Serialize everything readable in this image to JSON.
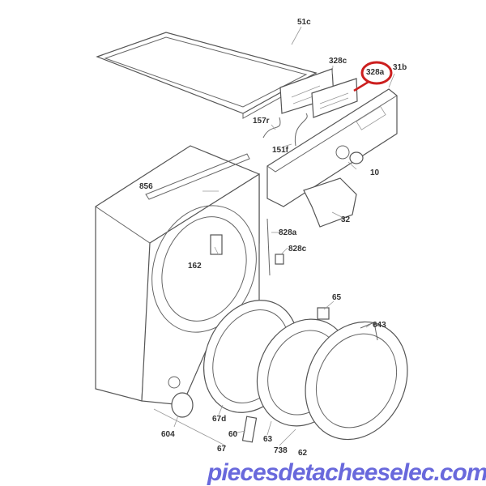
{
  "diagram": {
    "highlight_color": "#cc1f1f",
    "highlighted_part": "328a",
    "part_labels": [
      "51c",
      "328c",
      "328a",
      "31b",
      "157r",
      "151f",
      "10",
      "856",
      "32",
      "828a",
      "828c",
      "162",
      "65",
      "643",
      "604",
      "67d",
      "60",
      "63",
      "738",
      "62",
      "67"
    ]
  },
  "watermark": "piecesdetacheeselec.com"
}
